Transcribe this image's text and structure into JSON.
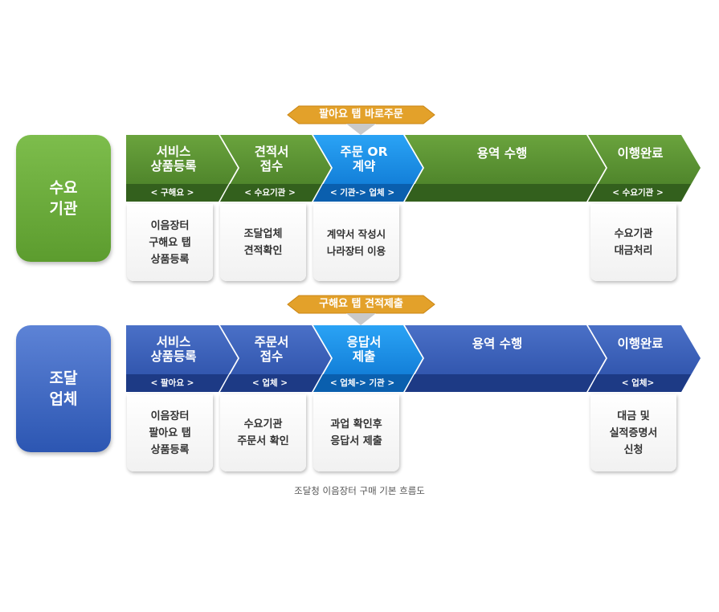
{
  "demand": {
    "side_label": "수요\n기관",
    "banner": "팔아요 탭 바로주문",
    "steps": [
      {
        "title": "서비스\n상품등록",
        "sub": "< 구해요 >",
        "card": "이음장터\n구해요 탭\n상품등록"
      },
      {
        "title": "견적서\n접수",
        "sub": "< 수요기관 >",
        "card": "조달업체\n견적확인"
      },
      {
        "title": "주문 OR\n계약",
        "sub": "< 기관-> 업체 >",
        "card": "계약서 작성시\n나라장터 이용"
      },
      {
        "title": "용역 수행",
        "sub": "",
        "card": ""
      },
      {
        "title": "이행완료",
        "sub": "< 수요기관 >",
        "card": "수요기관\n대금처리"
      }
    ]
  },
  "supplier": {
    "side_label": "조달\n업체",
    "banner": "구해요 탭 견적제출",
    "steps": [
      {
        "title": "서비스\n상품등록",
        "sub": "< 팔아요 >",
        "card": "이음장터\n팔아요 탭\n상품등록"
      },
      {
        "title": "주문서\n접수",
        "sub": "< 업체 >",
        "card": "수요기관\n주문서 확인"
      },
      {
        "title": "응답서\n제출",
        "sub": "< 업체-> 기관 >",
        "card": "과업 확인후\n응답서 제출"
      },
      {
        "title": "용역 수행",
        "sub": "",
        "card": ""
      },
      {
        "title": "이행완료",
        "sub": "< 업체>",
        "card": "대금  및\n실적증명서\n신청"
      }
    ]
  },
  "caption": "조달청 이음장터 구매 기본 흐름도",
  "colors": {
    "green_dark": "#3f6f23",
    "green_mid": "#5a8f31",
    "green_sub": "#325c1c",
    "blue_dark": "#23449a",
    "blue_mid": "#3a5fb8",
    "blue_sub": "#1e3d8c",
    "highlight": "#1a8de6",
    "banner": "#e3a12a"
  }
}
